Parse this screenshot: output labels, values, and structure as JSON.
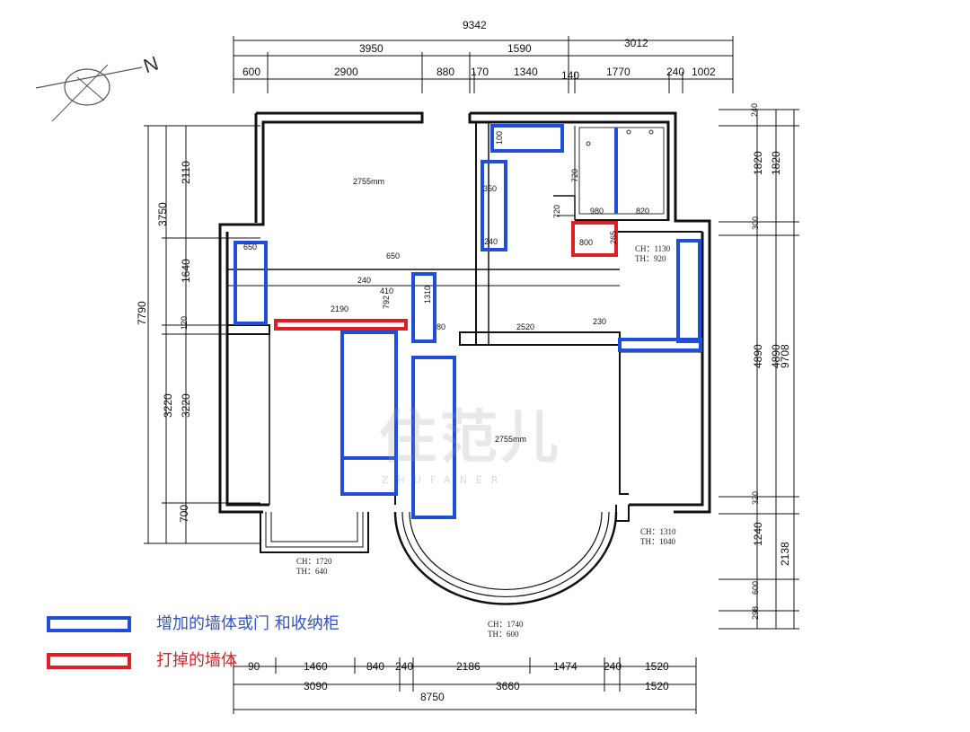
{
  "colors": {
    "added": "#1f4fd8",
    "removed": "#e02020",
    "wall": "#111111",
    "legend_blue_text": "#2f55c8",
    "legend_red_text": "#e02020"
  },
  "compass": {
    "label": "N"
  },
  "dims_top": {
    "total": "9342",
    "row2": [
      "3950",
      "1590",
      "3012"
    ],
    "row3": [
      "600",
      "2900",
      "880",
      "170",
      "1340",
      "140",
      "1770",
      "240",
      "1002"
    ]
  },
  "dims_left": [
    "7790",
    "3750",
    "2110",
    "1640",
    "120",
    "3220",
    "3220",
    "700"
  ],
  "dims_right": [
    "240",
    "1820",
    "1820",
    "300",
    "4890",
    "4890",
    "9708",
    "320",
    "1240",
    "2138",
    "600",
    "298"
  ],
  "dims_bottom": {
    "row1": [
      "90",
      "1460",
      "840",
      "240",
      "2186",
      "1474",
      "240",
      "1520"
    ],
    "row2": [
      "3090",
      "3660",
      "1520"
    ],
    "total": "8750"
  },
  "inner_dims": [
    "2755mm",
    "650",
    "240",
    "410",
    "792",
    "2190",
    "1310",
    "80",
    "2520",
    "230",
    "2755mm",
    "720",
    "720",
    "980",
    "820",
    "800",
    "265",
    "350",
    "240",
    "100",
    "650"
  ],
  "window_notes": [
    {
      "ch": "CH：1130",
      "th": "TH：920"
    },
    {
      "ch": "CH：1720",
      "th": "TH：640"
    },
    {
      "ch": "CH：1310",
      "th": "TH：1040"
    },
    {
      "ch": "CH：1740",
      "th": "TH：600"
    }
  ],
  "legend": {
    "added": "增加的墙体或门  和收纳柜",
    "removed": "打掉的墙体"
  },
  "watermark": {
    "main": "住范儿",
    "sub": "ZHUFANER"
  }
}
